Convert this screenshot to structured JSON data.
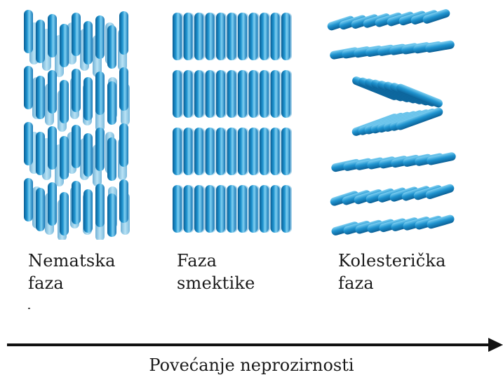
{
  "phases": [
    {
      "line1": "Nematska",
      "line2": "faza"
    },
    {
      "line1": "Faza",
      "line2": "smektike"
    },
    {
      "line1": "Kolesterička",
      "line2": "faza"
    }
  ],
  "axis": {
    "label": "Povećanje neprozirnosti"
  },
  "colors": {
    "molecule_dark": "#0a5f95",
    "molecule_mid": "#1f93cf",
    "molecule_light": "#7fd0f2",
    "arrow": "#111111"
  }
}
